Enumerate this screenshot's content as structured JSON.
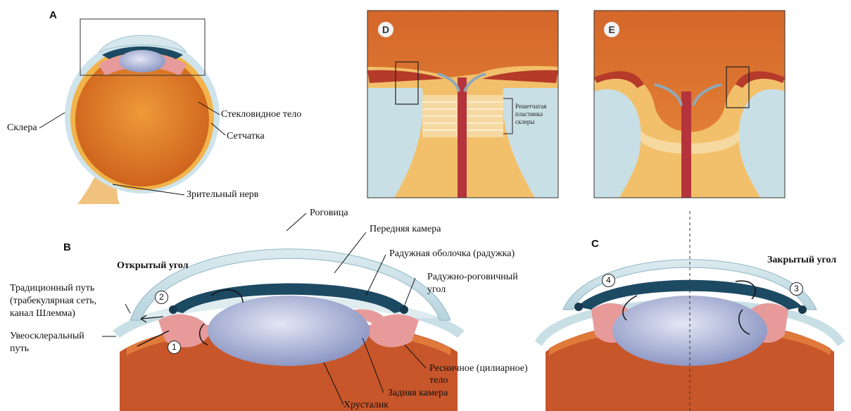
{
  "panels": {
    "a": "A",
    "b": "B",
    "c": "C",
    "d": "D",
    "e": "E"
  },
  "panel_a": {
    "sclera": "Склера",
    "vitreous": "Стекловидное тело",
    "retina": "Сетчатка",
    "optic_nerve": "Зрительный нерв"
  },
  "panel_b": {
    "cornea": "Роговица",
    "anterior_chamber": "Передняя камера",
    "open_angle": "Открытый угол",
    "iris": "Радужная оболочка (радужка)",
    "iridocorneal_angle_1": "Радужно-роговичный",
    "iridocorneal_angle_2": "угол",
    "traditional_path_1": "Традиционный путь",
    "traditional_path_2": "(трабекулярная сеть,",
    "traditional_path_3": "канал Шлемма)",
    "uveoscleral_1": "Увеосклеральный",
    "uveoscleral_2": "путь",
    "ciliary_1": "Ресничное (цилиарное)",
    "ciliary_2": "тело",
    "posterior_chamber": "Задняя камера",
    "lens": "Хрусталик",
    "num_1": "1",
    "num_2": "2"
  },
  "panel_c": {
    "closed_angle": "Закрытый угол",
    "num_3": "3",
    "num_4": "4"
  },
  "panel_d": {
    "lamina_1": "Решетчатая",
    "lamina_2": "пластинка",
    "lamina_3": "склеры"
  },
  "colors": {
    "sclera": "#c9dfe6",
    "vitreous": "#e58a2c",
    "retina": "#f2b34a",
    "iris": "#1d4a63",
    "lens": "#a9b4d6",
    "ciliary": "#e79a9a",
    "nerve_head": "#e07a3a"
  }
}
